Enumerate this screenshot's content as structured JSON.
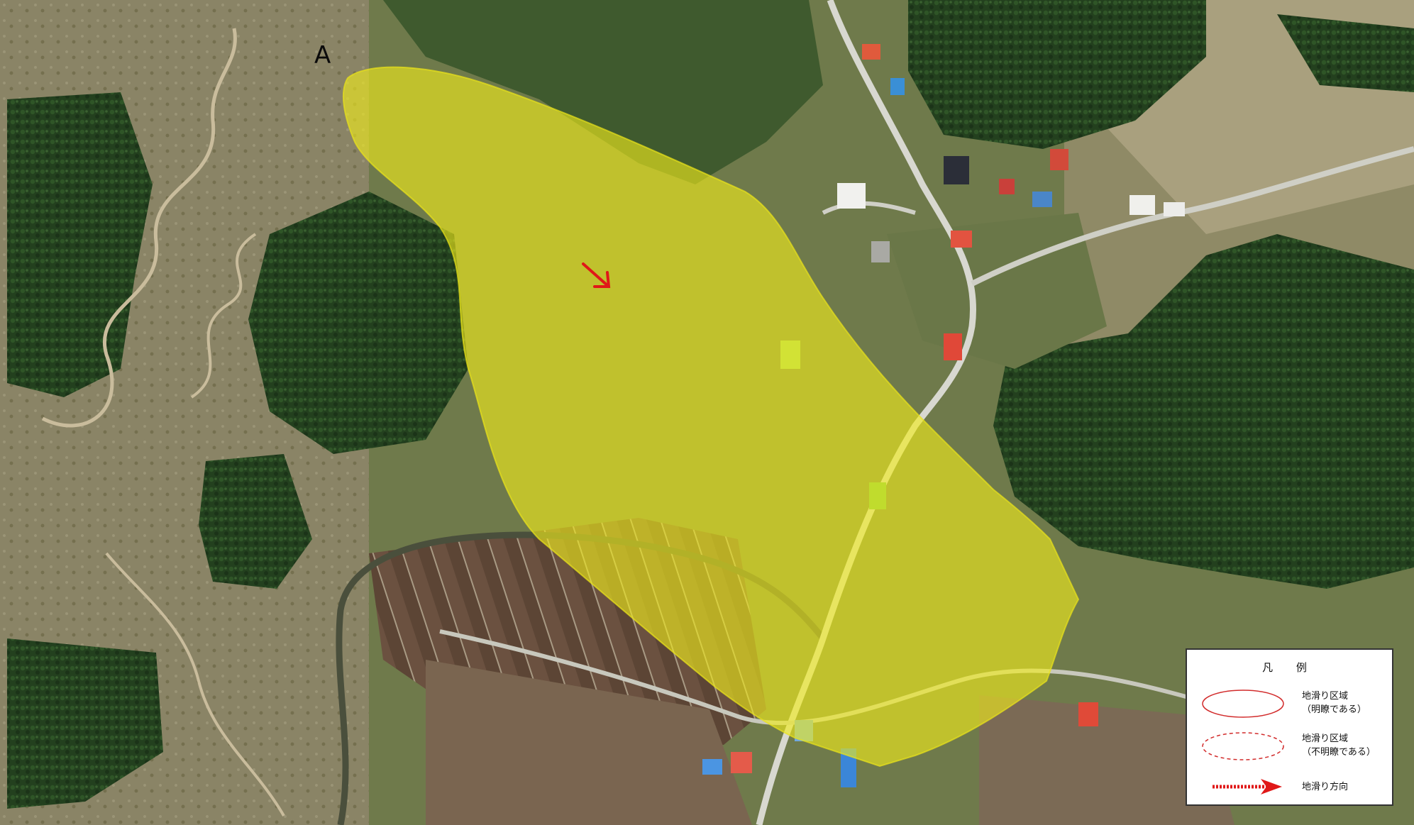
{
  "map": {
    "point_label": "A"
  },
  "legend": {
    "title": "凡 例",
    "items": [
      {
        "symbol": "solid-ellipse-icon",
        "line1": "地滑り区域",
        "line2": "（明瞭である）"
      },
      {
        "symbol": "dashed-ellipse-icon",
        "line1": "地滑り区域",
        "line2": "（不明瞭である）"
      },
      {
        "symbol": "direction-arrow-icon",
        "line1": "地滑り方向",
        "line2": ""
      }
    ]
  },
  "colors": {
    "landslide_fill": "#f2ee1c",
    "landslide_outline": "#d22c2c",
    "direction_arrow": "#e01818"
  }
}
